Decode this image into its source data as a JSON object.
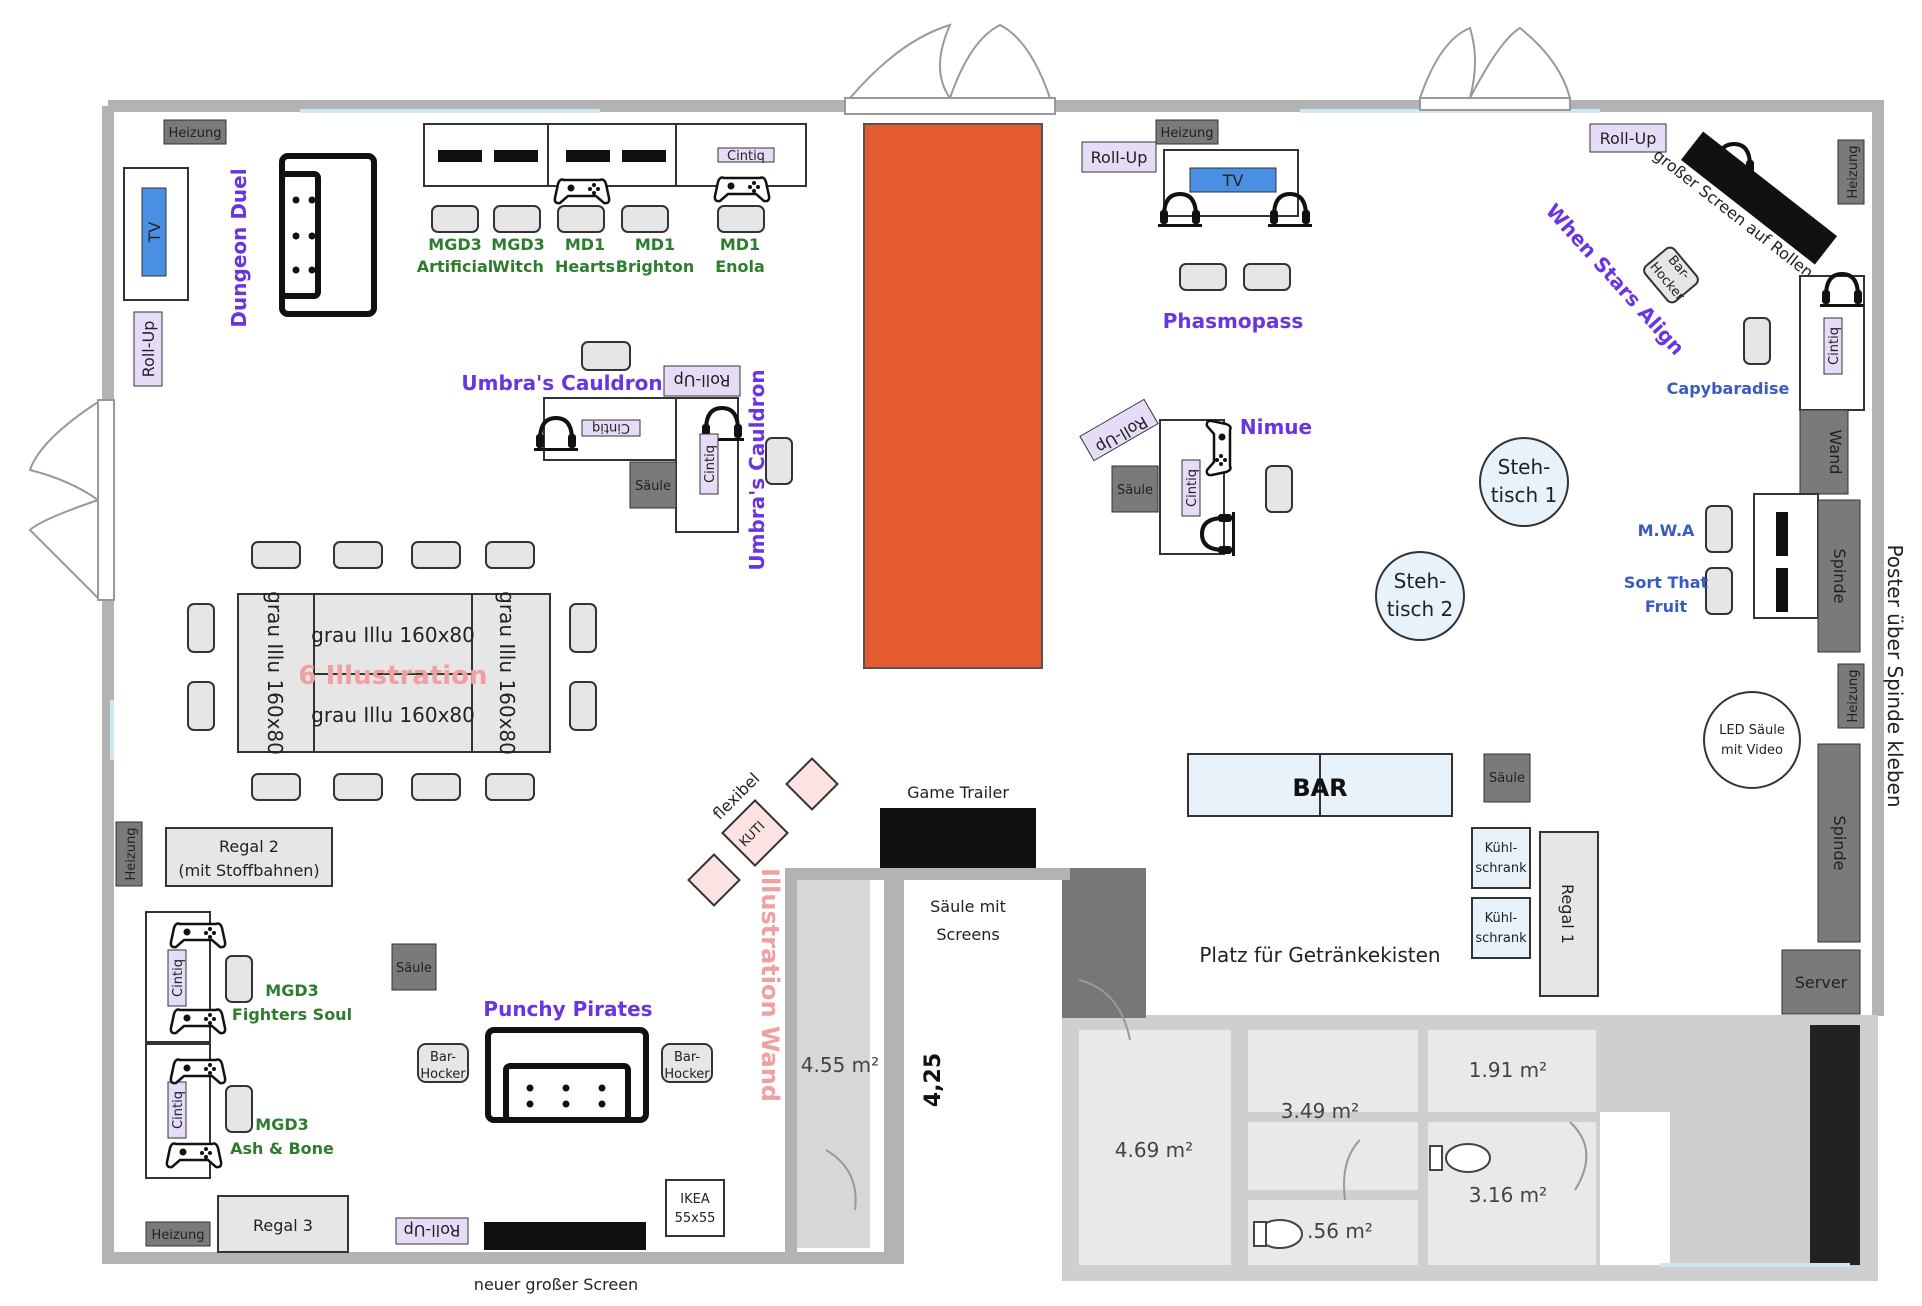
{
  "colors": {
    "wall": "#b3b3b3",
    "orange_block": "#e55a2f",
    "purple_label": "#6a35e0",
    "green_label": "#2e7d2e",
    "blue_label": "#3a5bbf",
    "pink_label": "#f0a0a0",
    "lavender_tag": "#e6dcf7",
    "tv_blue": "#4a90e2",
    "dark_gray_box": "#7a7a7a",
    "light_gray_box": "#e6e6e6",
    "bar_fill": "#e8f2fb"
  },
  "tags": {
    "heizung": "Heizung",
    "roll_up": "Roll-Up",
    "tv": "TV",
    "cintiq": "Cintiq",
    "saule": "Säule",
    "bar_hocker": "Bar-\nHocker"
  },
  "labels": {
    "dungeon_duel": "Dungeon Duel",
    "umbras_cauldron": "Umbra's Cauldron",
    "phasmopass": "Phasmopass",
    "nimue": "Nimue",
    "when_stars_align": "When Stars Align",
    "capybaradise": "Capybaradise",
    "mwa": "M.W.A",
    "sort_that_fruit_1": "Sort That",
    "sort_that_fruit_2": "Fruit",
    "punchy_pirates": "Punchy Pirates",
    "illustration_6": "6 Illustration",
    "illustration_wand": "Illustration Wand",
    "mgd3_fighters_1": "MGD3",
    "mgd3_fighters_2": "Fighters Soul",
    "mgd3_ash_1": "MGD3",
    "mgd3_ash_2": "Ash & Bone"
  },
  "stations": [
    {
      "line1": "MGD3",
      "line2": "Artificial"
    },
    {
      "line1": "MGD3",
      "line2": "Witch"
    },
    {
      "line1": "MD1",
      "line2": "Hearts"
    },
    {
      "line1": "MD1",
      "line2": "Brighton"
    },
    {
      "line1": "MD1",
      "line2": "Enola"
    }
  ],
  "tables": {
    "grau_illu_h": "grau Illu 160x80",
    "grau_illu_v": "grau Illu 160x80"
  },
  "furniture": {
    "regal_2_line1": "Regal 2",
    "regal_2_line2": "(mit Stoffbahnen)",
    "regal_3": "Regal 3",
    "regal_1": "Regal 1",
    "ikea_1": "IKEA",
    "ikea_2": "55x55",
    "bar": "BAR",
    "kuehl_1": "Kühl-",
    "kuehl_2": "schrank",
    "server": "Server",
    "wand": "Wand",
    "spinde": "Spinde",
    "led_1": "LED Säule",
    "led_2": "mit Video",
    "stehtisch_1a": "Steh-",
    "stehtisch_1b": "tisch 1",
    "stehtisch_2a": "Steh-",
    "stehtisch_2b": "tisch 2",
    "kuti": "KUTI",
    "flexibel": "flexibel"
  },
  "annotations": {
    "game_trailer": "Game Trailer",
    "saule_screens_1": "Säule mit",
    "saule_screens_2": "Screens",
    "getraenke": "Platz für Getränkekisten",
    "neuer_screen": "neuer großer Screen",
    "grosser_screen_rollen": "großer Screen auf Rollen",
    "poster": "Poster über Spinde kleben",
    "dimension": "4,25"
  },
  "rooms": {
    "r455": "4.55 m²",
    "r469": "4.69 m²",
    "r349": "3.49 m²",
    "r191": "1.91 m²",
    "r316": "3.16 m²",
    "r056": ".56 m²"
  }
}
